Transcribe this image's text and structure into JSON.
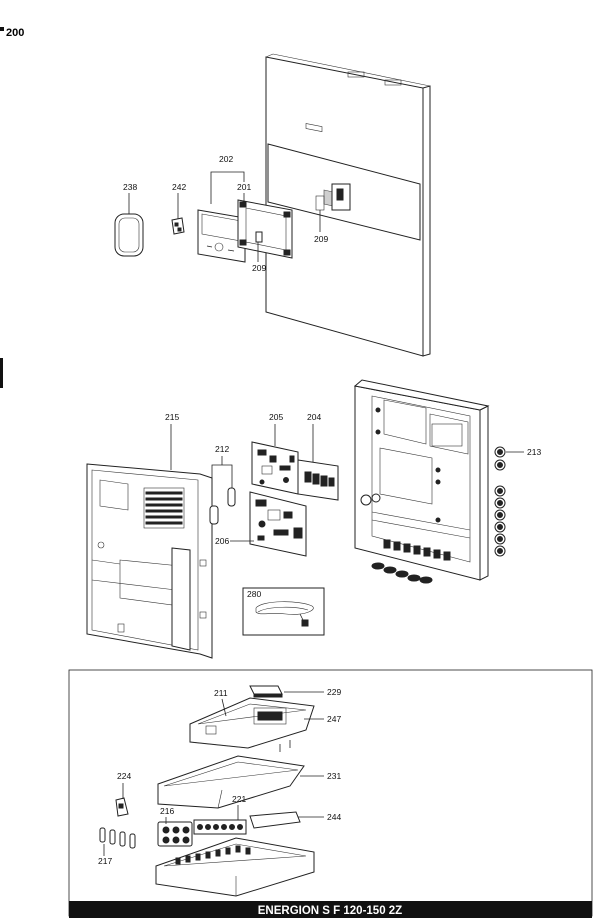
{
  "page_number": "200",
  "footer_title": "ENERGION S F 120-150 2Z",
  "part_labels": {
    "p238": "238",
    "p242": "242",
    "p202": "202",
    "p201": "201",
    "p209a": "209",
    "p209b": "209",
    "p215": "215",
    "p205": "205",
    "p204": "204",
    "p212": "212",
    "p213": "213",
    "p206": "206",
    "p280": "280",
    "p211": "211",
    "p229": "229",
    "p247": "247",
    "p224": "224",
    "p231": "231",
    "p216": "216",
    "p221": "221",
    "p244": "244",
    "p217": "217"
  }
}
